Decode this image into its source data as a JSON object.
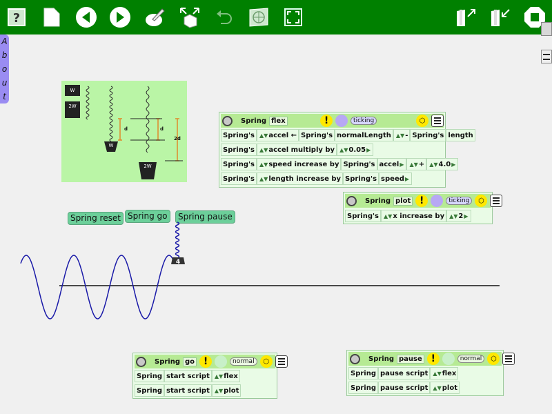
{
  "about_tab": {
    "letters": [
      "A",
      "b",
      "o",
      "u",
      "t"
    ]
  },
  "toolbar": {
    "icons": [
      "help-icon",
      "new-page-icon",
      "previous-page-icon",
      "next-page-icon",
      "paint-icon",
      "resize-icon",
      "undo-icon",
      "world-icon",
      "fullscreen-icon",
      "page-in-icon",
      "page-out-icon",
      "stop-icon"
    ]
  },
  "colors": {
    "toolbar": "#008000",
    "tile": "#e9fbe6",
    "tile_header": "#b6ea94",
    "button": "#6ccf9a",
    "wave": "#1a1aa8",
    "about": "#9a8cf2"
  },
  "diagram": {
    "labels": [
      "W",
      "2W",
      "W",
      "2W",
      "d",
      "d",
      "2d"
    ]
  },
  "spring_weight_label": "4",
  "buttons": {
    "reset": "Spring reset",
    "go": "Spring go",
    "pause": "Spring pause"
  },
  "tiles": {
    "flex": {
      "player": "Spring",
      "script": "flex",
      "status": "ticking",
      "rows": [
        [
          "Spring's",
          "accel",
          "←",
          "Spring's",
          "normalLength",
          "-",
          "Spring's",
          "length"
        ],
        [
          "Spring's",
          "accel multiply by",
          "0.05"
        ],
        [
          "Spring's",
          "speed increase by",
          "Spring's",
          "accel",
          "+",
          "4.0"
        ],
        [
          "Spring's",
          "length increase by",
          "Spring's",
          "speed"
        ]
      ]
    },
    "plot": {
      "player": "Spring",
      "script": "plot",
      "status": "ticking",
      "rows": [
        [
          "Spring's",
          "x increase by",
          "2"
        ]
      ]
    },
    "go": {
      "player": "Spring",
      "script": "go",
      "status": "normal",
      "rows": [
        [
          "Spring",
          "start script",
          "flex"
        ],
        [
          "Spring",
          "start script",
          "plot"
        ]
      ]
    },
    "pause": {
      "player": "Spring",
      "script": "pause",
      "status": "normal",
      "rows": [
        [
          "Spring",
          "pause script",
          "flex"
        ],
        [
          "Spring",
          "pause script",
          "plot"
        ]
      ]
    }
  }
}
